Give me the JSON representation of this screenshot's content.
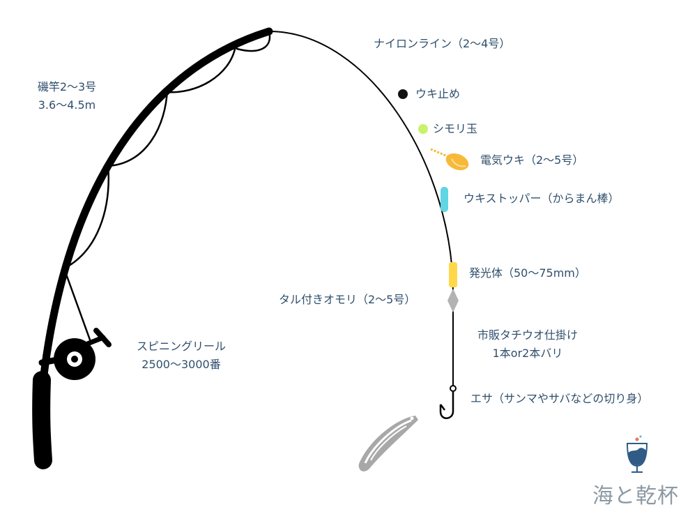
{
  "labels": {
    "line": "ナイロンライン（2～4号）",
    "uki_stop": "ウキ止め",
    "shimori": "シモリ玉",
    "float": "電気ウキ（2～5号）",
    "stopper": "ウキストッパー（からまん棒）",
    "light": "発光体（50～75mm）",
    "sinker": "タル付きオモリ（2～5号）",
    "rig_line1": "市販タチウオ仕掛け",
    "rig_line2": "1本or2本バリ",
    "bait": "エサ（サンマやサバなどの切り身）",
    "rod_line1": "磯竿2～3号",
    "rod_line2": "3.6～4.5m",
    "reel_line1": "スピニングリール",
    "reel_line2": "2500～3000番"
  },
  "brand": {
    "name": "海と乾杯",
    "icon": "wine-glass-wave-icon"
  },
  "colors": {
    "text": "#2f4f6c",
    "rod": "#000000",
    "uki_stop": "#111111",
    "shimori": "#c6f36b",
    "float": "#f7b93a",
    "stopper": "#5fd6e2",
    "light": "#ffd84a",
    "sinker": "#b3b3b3",
    "fish": "#a8a8a8",
    "logo_text": "#8d99a3"
  }
}
